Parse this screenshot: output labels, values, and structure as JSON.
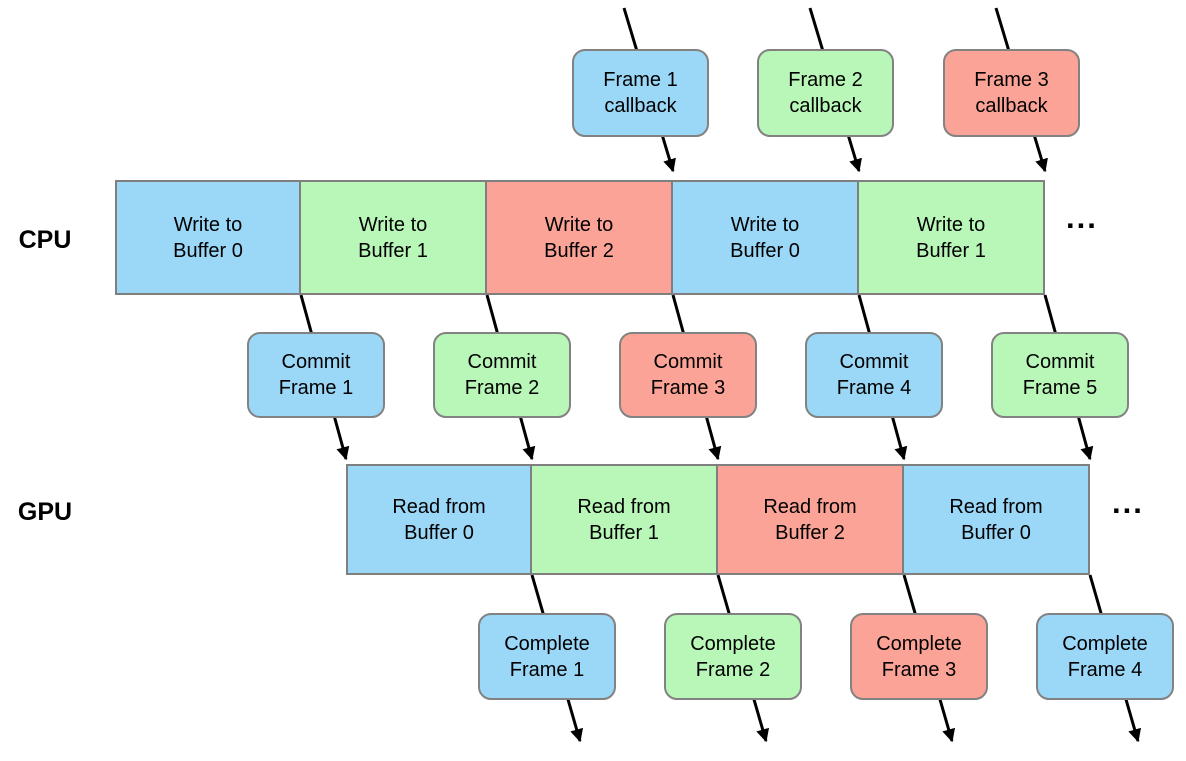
{
  "colors": {
    "blue": "#9BD7F7",
    "green": "#B9F7B9",
    "salmon": "#FBA396",
    "box_border": "#828282",
    "bar_border": "#7F7F7F",
    "arrow": "#000000",
    "text": "#000000",
    "background": "#FFFFFF"
  },
  "labels": {
    "cpu": "CPU",
    "gpu": "GPU",
    "cpu_ellipsis": "...",
    "gpu_ellipsis": "..."
  },
  "callback_boxes": [
    {
      "line1": "Frame 1",
      "line2": "callback",
      "color": "blue"
    },
    {
      "line1": "Frame 2",
      "line2": "callback",
      "color": "green"
    },
    {
      "line1": "Frame 3",
      "line2": "callback",
      "color": "salmon"
    }
  ],
  "cpu_segments": [
    {
      "line1": "Write to",
      "line2": "Buffer 0",
      "color": "blue"
    },
    {
      "line1": "Write to",
      "line2": "Buffer 1",
      "color": "green"
    },
    {
      "line1": "Write to",
      "line2": "Buffer 2",
      "color": "salmon"
    },
    {
      "line1": "Write to",
      "line2": "Buffer 0",
      "color": "blue"
    },
    {
      "line1": "Write to",
      "line2": "Buffer 1",
      "color": "green"
    }
  ],
  "commit_boxes": [
    {
      "line1": "Commit",
      "line2": "Frame 1",
      "color": "blue"
    },
    {
      "line1": "Commit",
      "line2": "Frame 2",
      "color": "green"
    },
    {
      "line1": "Commit",
      "line2": "Frame 3",
      "color": "salmon"
    },
    {
      "line1": "Commit",
      "line2": "Frame 4",
      "color": "blue"
    },
    {
      "line1": "Commit",
      "line2": "Frame 5",
      "color": "green"
    }
  ],
  "gpu_segments": [
    {
      "line1": "Read from",
      "line2": "Buffer 0",
      "color": "blue"
    },
    {
      "line1": "Read from",
      "line2": "Buffer 1",
      "color": "green"
    },
    {
      "line1": "Read from",
      "line2": "Buffer 2",
      "color": "salmon"
    },
    {
      "line1": "Read from",
      "line2": "Buffer 0",
      "color": "blue"
    }
  ],
  "complete_boxes": [
    {
      "line1": "Complete",
      "line2": "Frame 1",
      "color": "blue"
    },
    {
      "line1": "Complete",
      "line2": "Frame 2",
      "color": "green"
    },
    {
      "line1": "Complete",
      "line2": "Frame 3",
      "color": "salmon"
    },
    {
      "line1": "Complete",
      "line2": "Frame 4",
      "color": "blue"
    }
  ]
}
